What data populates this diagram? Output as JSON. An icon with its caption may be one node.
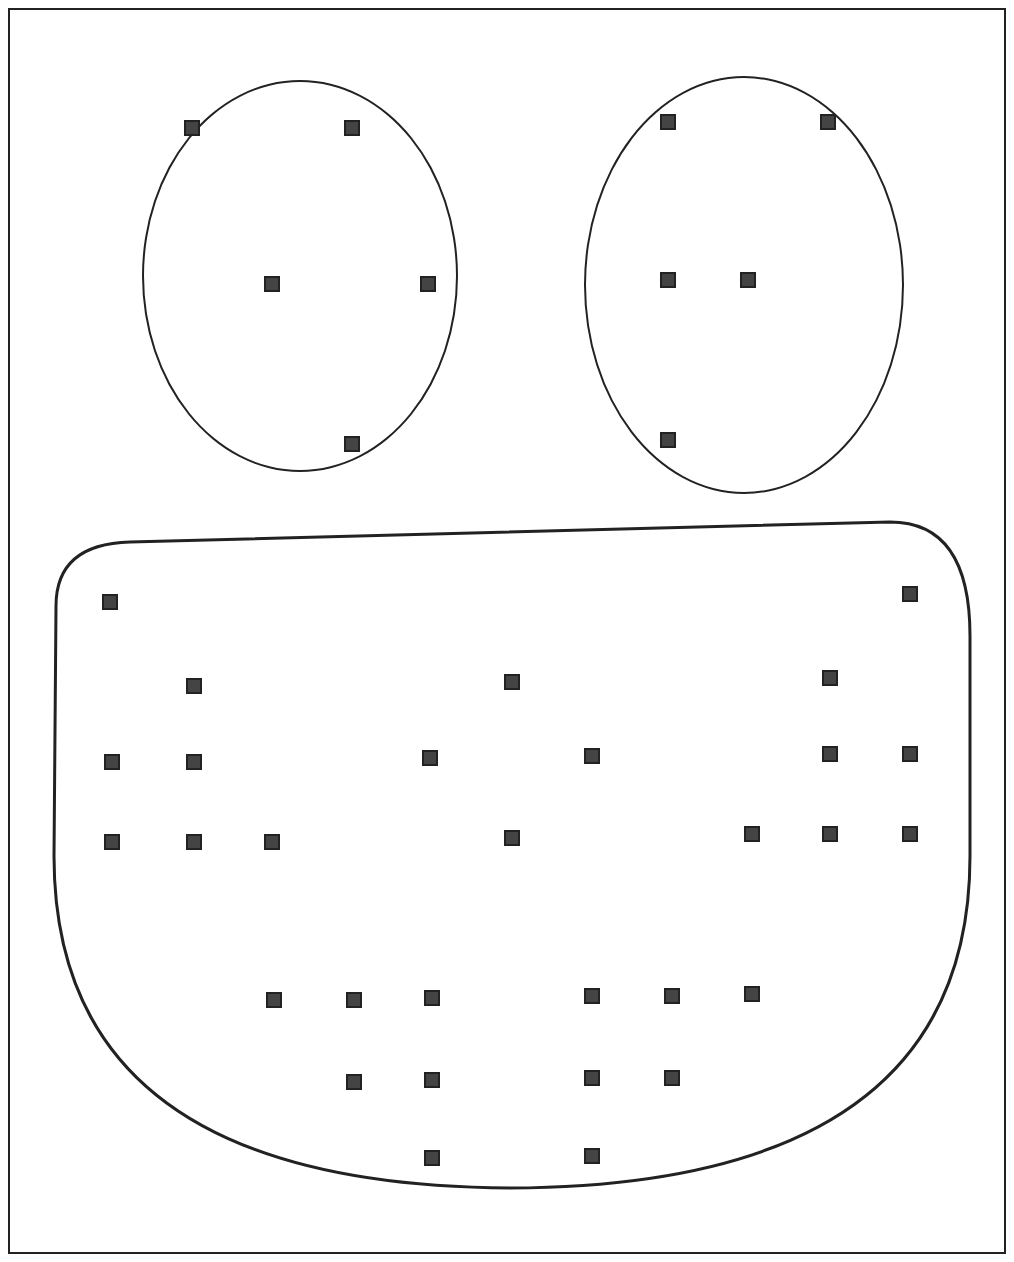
{
  "diagram": {
    "nodes": [
      {
        "text": [],
        "shape": "ellipse"
      },
      {
        "text": [],
        "shape": "square",
        "in": 0
      },
      {
        "text": [],
        "shape": "square",
        "in": 0
      },
      {
        "text": [],
        "shape": "square",
        "in": 0
      },
      {
        "text": [],
        "shape": "square",
        "in": 0
      },
      {
        "text": [],
        "shape": "square",
        "in": 0
      },
      {
        "text": [],
        "shape": "ellipse"
      },
      {
        "text": [],
        "shape": "square",
        "in": 6
      },
      {
        "text": [],
        "shape": "square",
        "in": 6
      },
      {
        "text": [],
        "shape": "square",
        "in": 6
      },
      {
        "text": [],
        "shape": "square",
        "in": 6
      },
      {
        "text": [],
        "shape": "square",
        "in": 6
      },
      {
        "text": [],
        "shape": "box"
      },
      {
        "text": [],
        "shape": "square",
        "in": 12
      },
      {
        "text": [],
        "shape": "square",
        "in": 12
      },
      {
        "text": [],
        "shape": "square",
        "in": 12
      },
      {
        "text": [],
        "shape": "square",
        "in": 12
      },
      {
        "text": [],
        "shape": "square",
        "in": 12
      },
      {
        "text": [],
        "shape": "square",
        "in": 12
      },
      {
        "text": [],
        "shape": "square",
        "in": 12
      },
      {
        "text": [],
        "shape": "square",
        "in": 12
      },
      {
        "text": [],
        "shape": "square",
        "in": 12
      },
      {
        "text": [],
        "shape": "square",
        "in": 12
      },
      {
        "text": [],
        "shape": "square",
        "in": 12
      },
      {
        "text": [],
        "shape": "square",
        "in": 12
      },
      {
        "text": [],
        "shape": "square",
        "in": 12
      },
      {
        "text": [],
        "shape": "square",
        "in": 12
      },
      {
        "text": [],
        "shape": "square",
        "in": 12
      },
      {
        "text": [],
        "shape": "square",
        "in": 12
      },
      {
        "text": [],
        "shape": "square",
        "in": 12
      },
      {
        "text": [],
        "shape": "square",
        "in": 12
      },
      {
        "text": [],
        "shape": "square",
        "in": 12
      },
      {
        "text": [],
        "shape": "square",
        "in": 12
      },
      {
        "text": [],
        "shape": "square",
        "in": 12
      },
      {
        "text": [],
        "shape": "square",
        "in": 12
      },
      {
        "text": [],
        "shape": "square",
        "in": 12
      },
      {
        "text": [],
        "shape": "square",
        "in": 12
      },
      {
        "text": [],
        "shape": "square",
        "in": 12
      },
      {
        "text": [],
        "shape": "square",
        "in": 12
      },
      {
        "text": [],
        "shape": "square",
        "in": 12
      },
      {
        "text": [],
        "shape": "square",
        "in": 12
      },
      {
        "text": [],
        "shape": "square",
        "in": 12
      },
      {
        "text": [],
        "shape": "square",
        "in": 12
      }
    ]
  }
}
